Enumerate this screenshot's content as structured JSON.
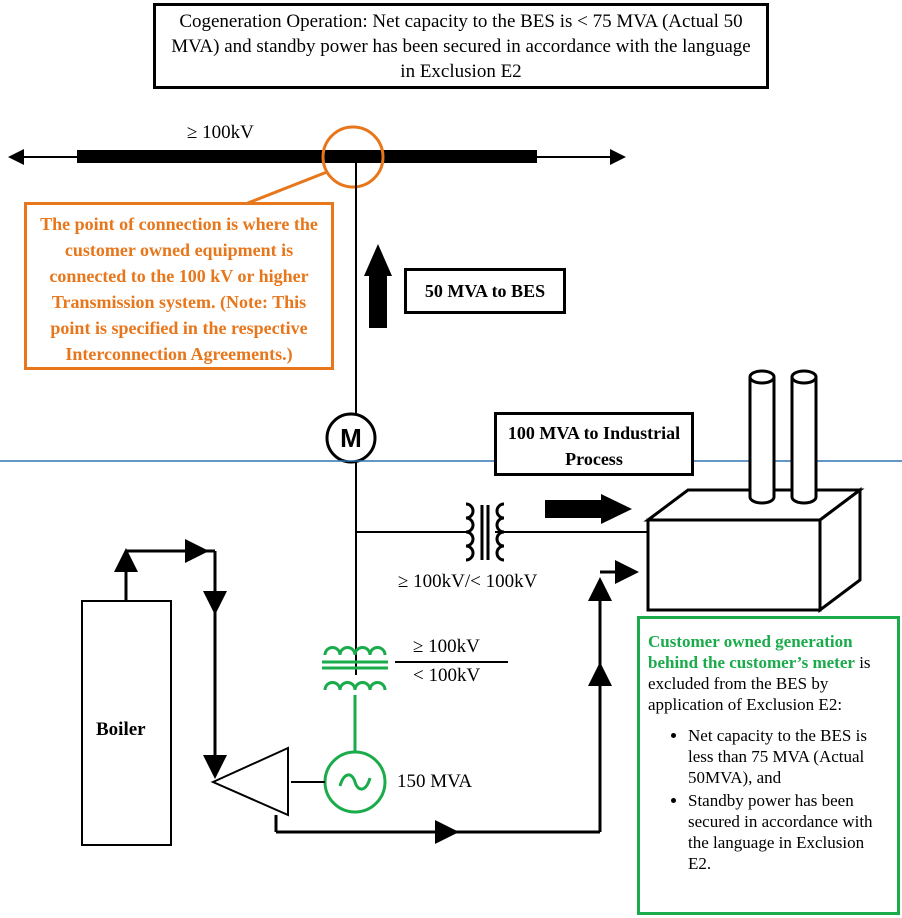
{
  "title": "Cogeneration Operation: Net capacity to the BES is < 75 MVA (Actual 50 MVA) and standby power has been secured in accordance with the language in Exclusion E2",
  "bus_label": "≥ 100kV",
  "connection_note": "The point of connection is where the customer owned equipment is connected to the 100 kV or higher Transmission system. (Note: This point is specified in the respective Interconnection Agreements.)",
  "export_label": "50 MVA to BES",
  "meter_symbol": "M",
  "process_label": "100 MVA to Industrial Process",
  "transformer_upper": {
    "label": "≥ 100kV/< 100kV"
  },
  "transformer_lower": {
    "high_label": "≥ 100kV",
    "low_label": "< 100kV"
  },
  "boiler_label": "Boiler",
  "generator_rating": "150 MVA",
  "exclusion": {
    "heading": "Customer owned generation behind the customer’s meter",
    "body": "is excluded from the BES by application of Exclusion E2:",
    "bullets": [
      "Net capacity to the BES is less than 75 MVA (Actual 50MVA), and",
      "Standby power has been secured in accordance with the language in Exclusion E2."
    ]
  },
  "colors": {
    "orange": "#e8761b",
    "green": "#1aab4b",
    "blue_line": "#2e75b6"
  },
  "icons": [
    "meter-icon",
    "transformer-icon",
    "generator-icon",
    "turbine-icon",
    "boiler-icon",
    "smokestack-icon"
  ]
}
